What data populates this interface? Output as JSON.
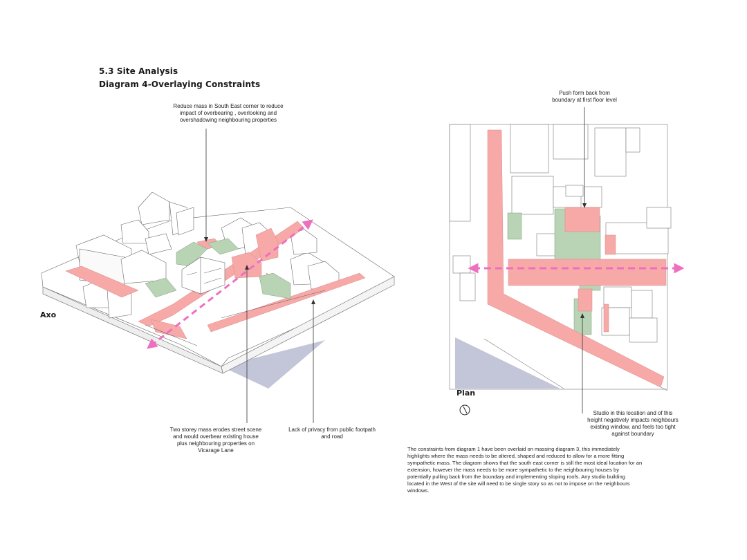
{
  "header": {
    "section": "5.3 Site Analysis",
    "subtitle": "Diagram 4-Overlaying Constraints"
  },
  "views": {
    "axo_label": "Axo",
    "plan_label": "Plan"
  },
  "annotations": {
    "reduce_mass": [
      "Reduce mass in South East corner to reduce",
      "impact of overbearing , overlooking and",
      "overshadowing neighbouring properties"
    ],
    "push_form": [
      "Push form back from",
      "boundary at first floor level"
    ],
    "two_storey": [
      "Two storey mass erodes street scene",
      "and would overbear existing house",
      "plus neighbouring properties on",
      "Vicarage Lane"
    ],
    "privacy": [
      "Lack of privacy from public footpath",
      "and road"
    ],
    "studio": [
      "Studio in this location and of this",
      "height negatively impacts neighbours",
      "existing window, and feels too tight",
      "against boundary"
    ]
  },
  "description": "The constraints from diagram 1 have been overlaid on massing diagram 3, this immediately highlights where the mass needs to be altered, shaped and reduced to allow for a more fitting sympathetic mass. The diagram shows that the south east corner is still the most ideal location for an extension, however the mass needs to be more sympathetic to the neighbouring houses by potentially pulling back from the boundary and implementing sloping roofs. Any studio building located in the West of the site will need to be single story so as not to impose on the neighbours windows.",
  "colors": {
    "constraint": "#f7a9a8",
    "massing": "#b9d3b5",
    "axis": "#ee6fc0",
    "shadow": "#c3c6d8",
    "linework": "#666666"
  },
  "icons": {
    "north_arrow": "north-arrow-icon"
  }
}
